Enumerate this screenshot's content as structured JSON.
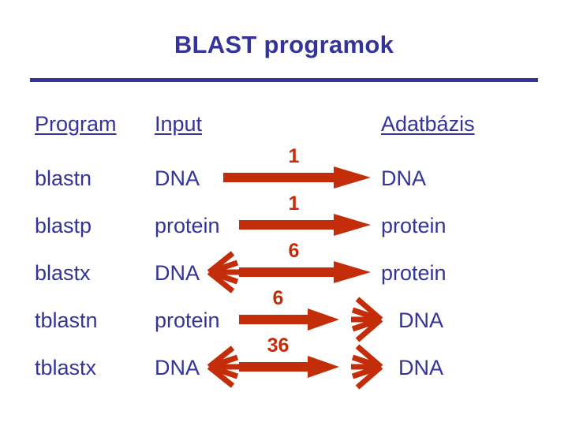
{
  "slide": {
    "title": "BLAST programok",
    "accent_blue": "#333399",
    "accent_red": "#C32D09",
    "background": "#ffffff"
  },
  "table": {
    "headers": {
      "program": "Program",
      "input": "Input",
      "database": "Adatbázis"
    },
    "rows": [
      {
        "program": "blastn",
        "input": "DNA",
        "database": "DNA",
        "count": "1",
        "left_fan": false,
        "right_fan": false,
        "arrow": "right-arrow-icon"
      },
      {
        "program": "blastp",
        "input": "protein",
        "database": "protein",
        "count": "1",
        "left_fan": false,
        "right_fan": false,
        "arrow": "right-arrow-icon"
      },
      {
        "program": "blastx",
        "input": "DNA",
        "database": "protein",
        "count": "6",
        "left_fan": true,
        "right_fan": false,
        "arrow": "right-arrow-icon"
      },
      {
        "program": "tblastn",
        "input": "protein",
        "database": "DNA",
        "count": "6",
        "left_fan": false,
        "right_fan": true,
        "arrow": "right-arrow-icon"
      },
      {
        "program": "tblastx",
        "input": "DNA",
        "database": "DNA",
        "count": "36",
        "left_fan": true,
        "right_fan": true,
        "arrow": "right-arrow-icon"
      }
    ]
  }
}
